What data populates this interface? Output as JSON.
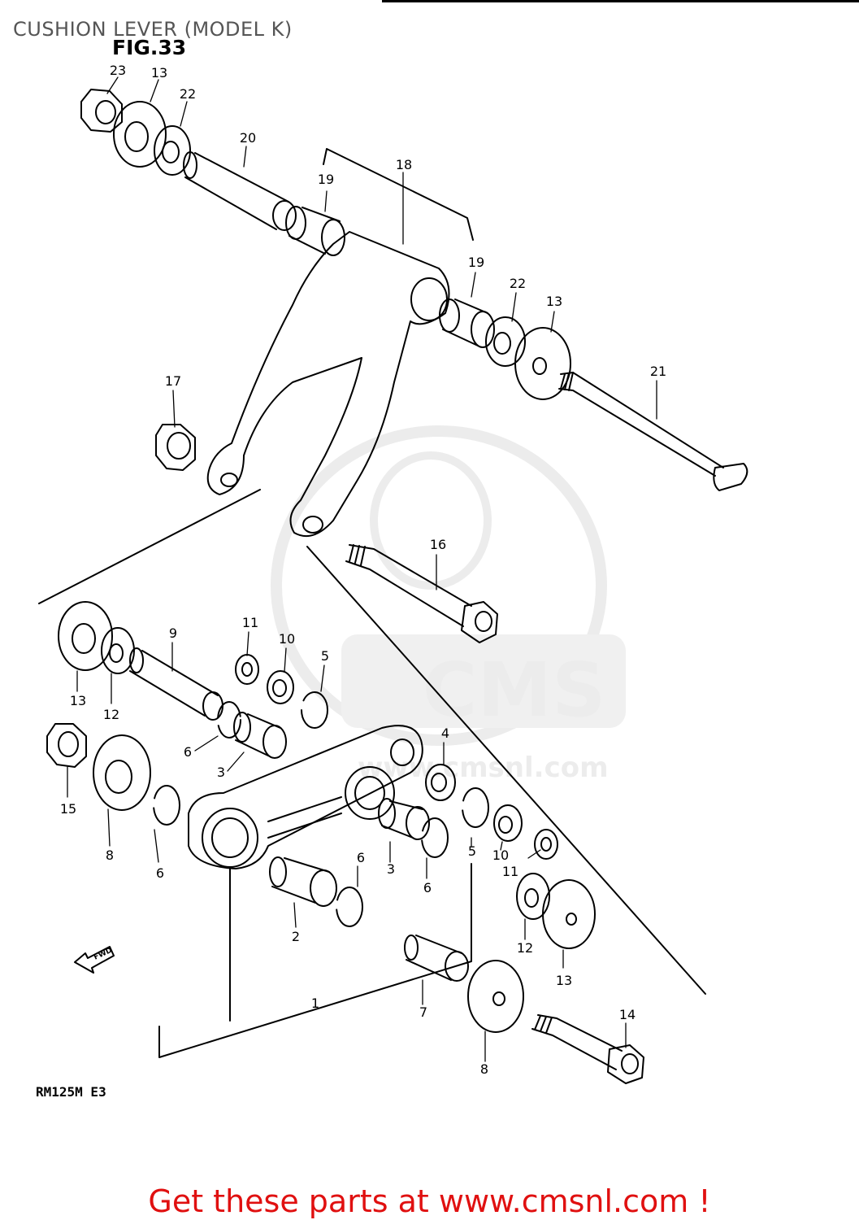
{
  "header": {
    "title": "CUSHION LEVER (MODEL K)",
    "figure": "FIG.33"
  },
  "diagram": {
    "model_code": "RM125M E3",
    "fwd_arrow": "FWD",
    "watermark": {
      "logo": "CMS",
      "url": "www.cmsnl.com"
    },
    "callouts": {
      "c23": "23",
      "c13a": "13",
      "c22a": "22",
      "c20": "20",
      "c19a": "19",
      "c18": "18",
      "c19b": "19",
      "c22b": "22",
      "c13b": "13",
      "c21": "21",
      "c17": "17",
      "c16": "16",
      "c9": "9",
      "c11a": "11",
      "c10a": "10",
      "c5a": "5",
      "c13c": "13",
      "c12a": "12",
      "c6a": "6",
      "c3a": "3",
      "c4": "4",
      "c15": "15",
      "c8a": "8",
      "c6b": "6",
      "c6c": "6",
      "c3b": "3",
      "c6d": "6",
      "c5b": "5",
      "c10b": "10",
      "c11b": "11",
      "c2": "2",
      "c12b": "12",
      "c13d": "13",
      "c1": "1",
      "c7": "7",
      "c14": "14",
      "c8b": "8"
    }
  },
  "footer": {
    "cta": "Get these parts at www.cmsnl.com !"
  }
}
